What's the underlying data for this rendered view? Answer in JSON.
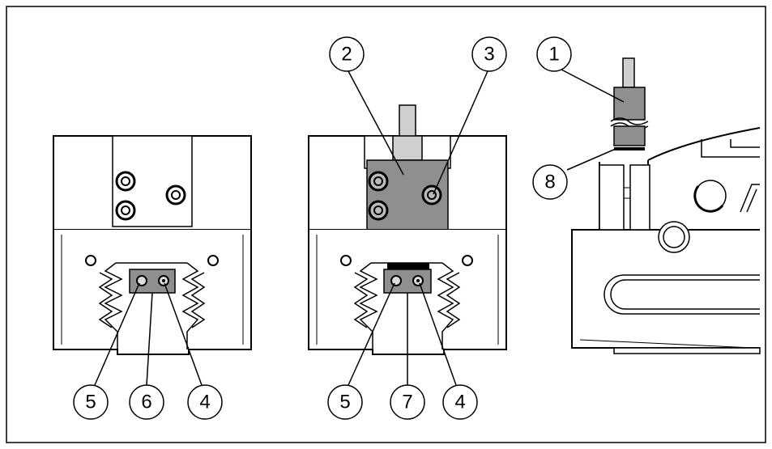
{
  "figure": {
    "callouts": [
      {
        "id": "c1",
        "label": "1"
      },
      {
        "id": "c2",
        "label": "2"
      },
      {
        "id": "c3",
        "label": "3"
      },
      {
        "id": "c8",
        "label": "8"
      },
      {
        "id": "c5a",
        "label": "5"
      },
      {
        "id": "c6",
        "label": "6"
      },
      {
        "id": "c4a",
        "label": "4"
      },
      {
        "id": "c5b",
        "label": "5"
      },
      {
        "id": "c7",
        "label": "7"
      },
      {
        "id": "c4b",
        "label": "4"
      }
    ]
  }
}
